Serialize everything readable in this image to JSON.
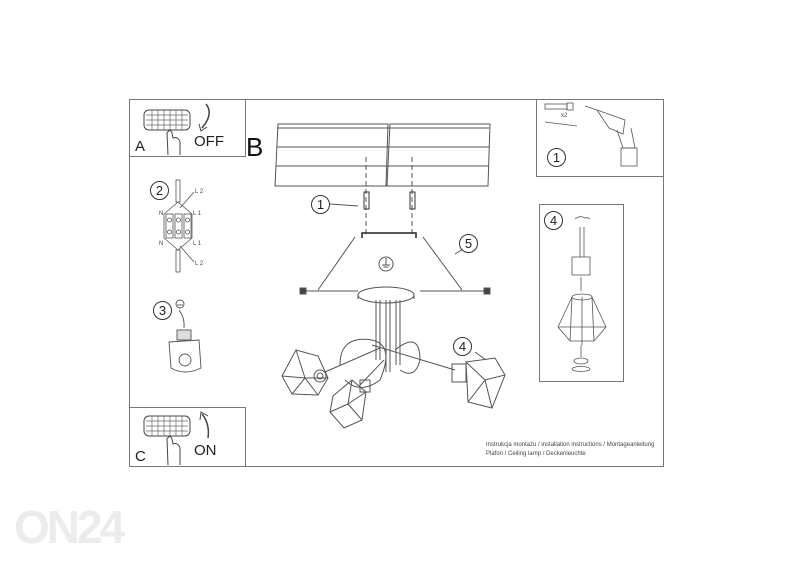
{
  "document": {
    "title": "Instrukcja montażu / installation instructions / Montageanleitung",
    "subtitle": "Plafon / Ceiling lamp / Deckenleuchte"
  },
  "panels": {
    "a": {
      "letter": "A",
      "action": "OFF"
    },
    "b": {
      "letter": "B"
    },
    "c": {
      "letter": "C",
      "action": "ON"
    }
  },
  "steps": {
    "step1": "1",
    "step2": "2",
    "step3": "3",
    "step4": "4",
    "step5": "5"
  },
  "wiring_labels": {
    "l2_top": "L 2",
    "l1_top": "L 1",
    "n_top": "N",
    "n_bottom": "N",
    "l1_bottom": "L 1",
    "l2_bottom": "L 2"
  },
  "tools": {
    "anchor_count": "x2"
  },
  "watermark": "ON24"
}
